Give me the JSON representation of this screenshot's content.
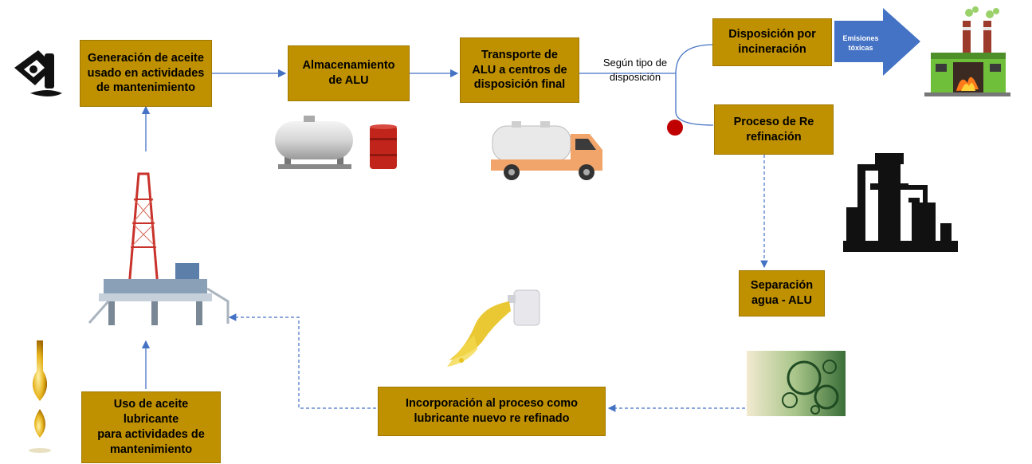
{
  "boxes": {
    "generation": "Generación de aceite\nusado en actividades\nde mantenimiento",
    "storage": "Almacenamiento\nde ALU",
    "transport": "Transporte de\nALU a centros de\ndisposición final",
    "incineration": "Disposición por\nincineración",
    "rerefining": "Proceso de Re\nrefinación",
    "separation": "Separación\nagua - ALU",
    "incorporation": "Incorporación al proceso como\nlubricante nuevo re refinado",
    "use": "Uso de aceite lubricante\npara actividades de\nmantenimiento"
  },
  "labels": {
    "disposal_type": "Según tipo de\ndisposición",
    "emissions": "Emisiones\ntóxicas"
  },
  "colors": {
    "box_fill": "#bf9000",
    "arrow": "#4472c4",
    "big_arrow": "#4472c4",
    "decision_dot": "#c00000"
  },
  "icons": [
    "oil-can-icon",
    "storage-tank-icon",
    "oil-barrel-icon",
    "tanker-truck-icon",
    "factory-icon",
    "refinery-icon",
    "drilling-rig-icon",
    "oil-drops-icon",
    "pouring-oil-icon",
    "oil-bubbles-icon"
  ]
}
